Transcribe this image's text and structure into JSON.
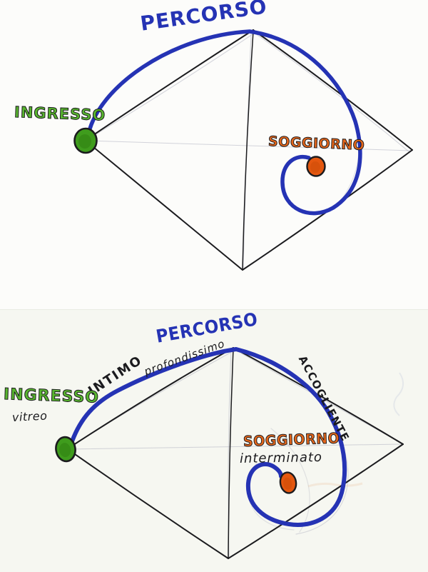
{
  "palette": {
    "blue": "#2533b4",
    "green": "#58b52e",
    "green_dot": "#3f9c1d",
    "orange": "#e5661a",
    "orange_dot": "#e4570f",
    "ink": "#1b1b1e",
    "pencil": "#a9abbb",
    "paper_top": "#fcfcfa",
    "paper_bottom": "#f6f7f1"
  },
  "top": {
    "percorso": "PERCORSO",
    "ingresso": "INGRESSO",
    "soggiorno": "SOGGIORNO"
  },
  "bottom": {
    "percorso": "PERCORSO",
    "intimo": "INTIMO",
    "profondissimo": "profondissimo",
    "ingresso": "INGRESSO",
    "vitreo": "vitreo",
    "accogliente": "ACCOGLIENTE",
    "soggiorno": "SOGGIORNO",
    "interminato": "interminato"
  }
}
